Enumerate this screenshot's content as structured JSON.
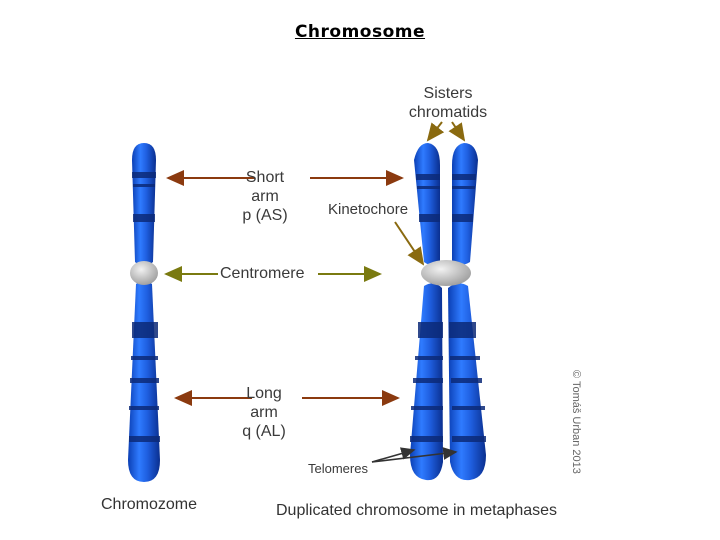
{
  "title": "Chromosome",
  "labels": {
    "sisters_chromatids_line1": "Sisters",
    "sisters_chromatids_line2": "chromatids",
    "short_arm_line1": "Short",
    "short_arm_line2": "arm",
    "short_arm_line3": "p (AS)",
    "kinetochore": "Kinetochore",
    "centromere": "Centromere",
    "long_arm_line1": "Long",
    "long_arm_line2": "arm",
    "long_arm_line3": "q (AL)",
    "telomeres": "Telomeres"
  },
  "captions": {
    "single": "Chromozome",
    "duplicated": "Duplicated chromosome in metaphases"
  },
  "copyright": "© Tomáš Urban 2013",
  "colors": {
    "chromosome_blue": "#1f5fe0",
    "band_dark": "#0c2a78",
    "centromere_gray": "#bdbdbd",
    "arm_arrow": "#8b3a0f",
    "centromere_arrow": "#7a7a10",
    "kinetochore_arrow": "#8a6a10"
  }
}
